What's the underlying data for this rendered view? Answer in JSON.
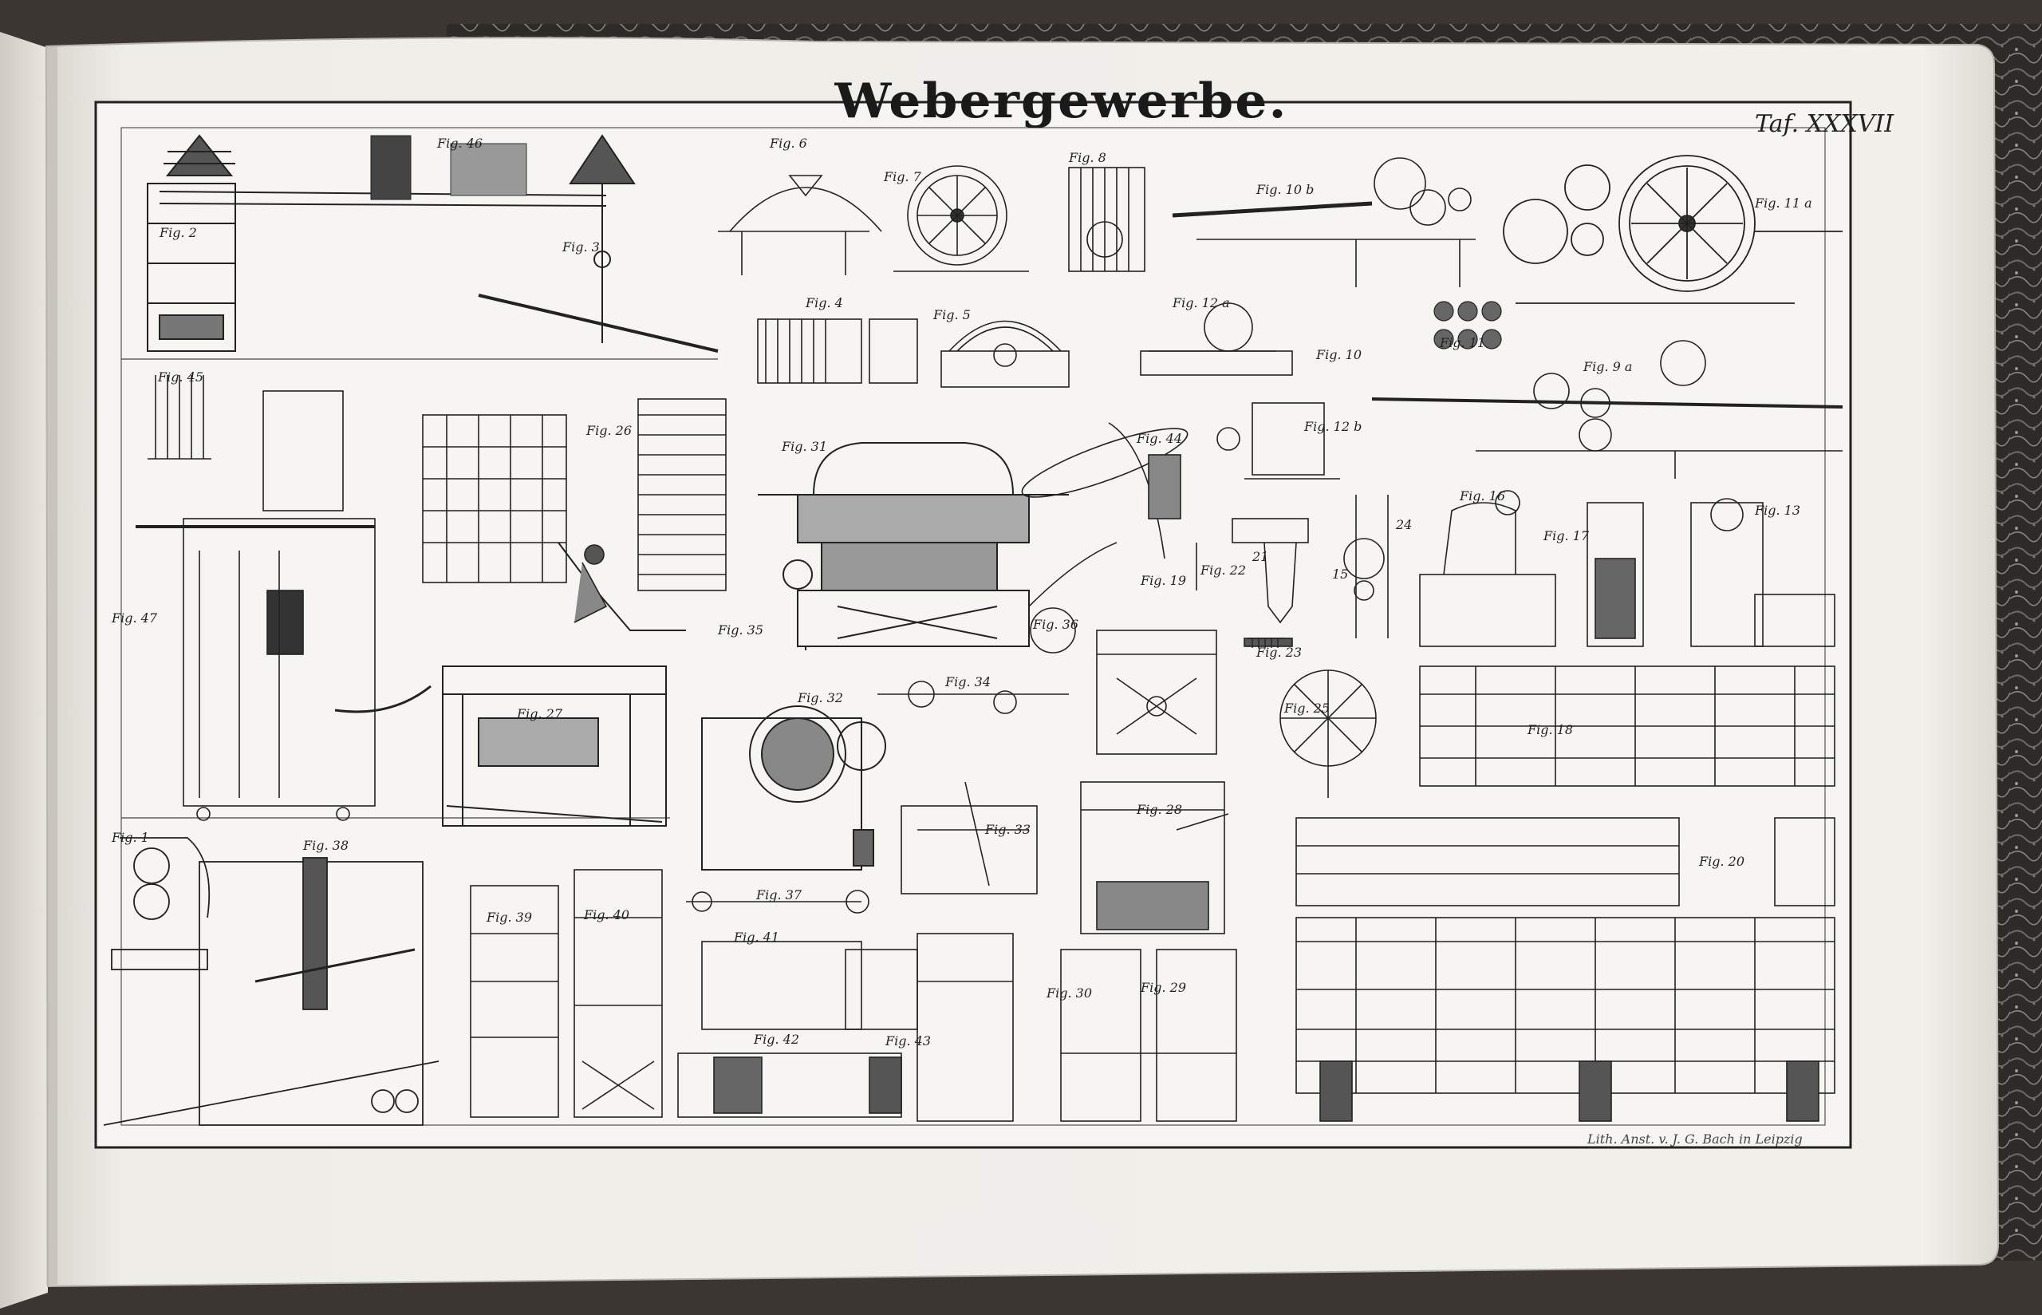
{
  "plate": {
    "title": "Webergewerbe.",
    "number": "Taf. XXXVII",
    "imprint": "Lith. Anst. v. J. G. Bach in Leipzig"
  },
  "figures": [
    {
      "id": "fig-46",
      "label": "Fig. 46"
    },
    {
      "id": "fig-2",
      "label": "Fig. 2"
    },
    {
      "id": "fig-3",
      "label": "Fig. 3"
    },
    {
      "id": "fig-6",
      "label": "Fig. 6"
    },
    {
      "id": "fig-7",
      "label": "Fig. 7"
    },
    {
      "id": "fig-8",
      "label": "Fig. 8"
    },
    {
      "id": "fig-10b",
      "label": "Fig. 10 b"
    },
    {
      "id": "fig-11a",
      "label": "Fig. 11 a"
    },
    {
      "id": "fig-4",
      "label": "Fig. 4"
    },
    {
      "id": "fig-5",
      "label": "Fig. 5"
    },
    {
      "id": "fig-12a",
      "label": "Fig. 12 a"
    },
    {
      "id": "fig-10",
      "label": "Fig. 10"
    },
    {
      "id": "fig-11",
      "label": "Fig. 11"
    },
    {
      "id": "fig-9a",
      "label": "Fig. 9 a"
    },
    {
      "id": "fig-45",
      "label": "Fig. 45"
    },
    {
      "id": "fig-26",
      "label": "Fig. 26"
    },
    {
      "id": "fig-31",
      "label": "Fig. 31"
    },
    {
      "id": "fig-44",
      "label": "Fig. 44"
    },
    {
      "id": "fig-12b",
      "label": "Fig. 12 b"
    },
    {
      "id": "fig-16",
      "label": "Fig. 16"
    },
    {
      "id": "fig-17",
      "label": "Fig. 17"
    },
    {
      "id": "fig-13",
      "label": "Fig. 13"
    },
    {
      "id": "fig-22",
      "label": "Fig. 22"
    },
    {
      "id": "fig-21",
      "label": "21"
    },
    {
      "id": "fig-24",
      "label": "24"
    },
    {
      "id": "fig-15",
      "label": "15"
    },
    {
      "id": "fig-47",
      "label": "Fig. 47"
    },
    {
      "id": "fig-19",
      "label": "Fig. 19"
    },
    {
      "id": "fig-36",
      "label": "Fig. 36"
    },
    {
      "id": "fig-35",
      "label": "Fig. 35"
    },
    {
      "id": "fig-23",
      "label": "Fig. 23"
    },
    {
      "id": "fig-27",
      "label": "Fig. 27"
    },
    {
      "id": "fig-32",
      "label": "Fig. 32"
    },
    {
      "id": "fig-34",
      "label": "Fig. 34"
    },
    {
      "id": "fig-25",
      "label": "Fig. 25"
    },
    {
      "id": "fig-18",
      "label": "Fig. 18"
    },
    {
      "id": "fig-1",
      "label": "Fig. 1"
    },
    {
      "id": "fig-38",
      "label": "Fig. 38"
    },
    {
      "id": "fig-33",
      "label": "Fig. 33"
    },
    {
      "id": "fig-28",
      "label": "Fig. 28"
    },
    {
      "id": "fig-20",
      "label": "Fig. 20"
    },
    {
      "id": "fig-39",
      "label": "Fig. 39"
    },
    {
      "id": "fig-40",
      "label": "Fig. 40"
    },
    {
      "id": "fig-37",
      "label": "Fig. 37"
    },
    {
      "id": "fig-41",
      "label": "Fig. 41"
    },
    {
      "id": "fig-43",
      "label": "Fig. 43"
    },
    {
      "id": "fig-30",
      "label": "Fig. 30"
    },
    {
      "id": "fig-29",
      "label": "Fig. 29"
    },
    {
      "id": "fig-42",
      "label": "Fig. 42"
    }
  ]
}
